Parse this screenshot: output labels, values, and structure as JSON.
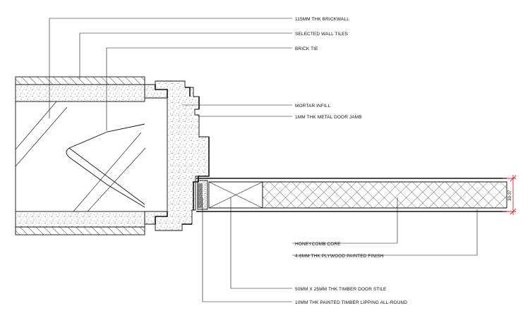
{
  "labels": {
    "brickwall": "115MM THK BRICKWALL",
    "wall_tiles": "SELECTED WALL TILES",
    "brick_tie": "BRICK TIE",
    "mortar_infill": "MORTAR INFILL",
    "metal_jamb": "1MM THK METAL DOOR JAMB",
    "honeycomb": "HONEYCOMB CORE",
    "plywood": "4-6MM THK PLYWOOD PAINTED FINISH",
    "door_stile": "50MM X 25MM THK TIMBER DOOR STILE",
    "lipping": "10MM THK PAINTED TIMBER LIPPING ALL-ROUND"
  },
  "dimension": {
    "text": "33-37"
  },
  "colors": {
    "line": "#111111",
    "dimension": "#e0202a",
    "background": "#ffffff"
  }
}
